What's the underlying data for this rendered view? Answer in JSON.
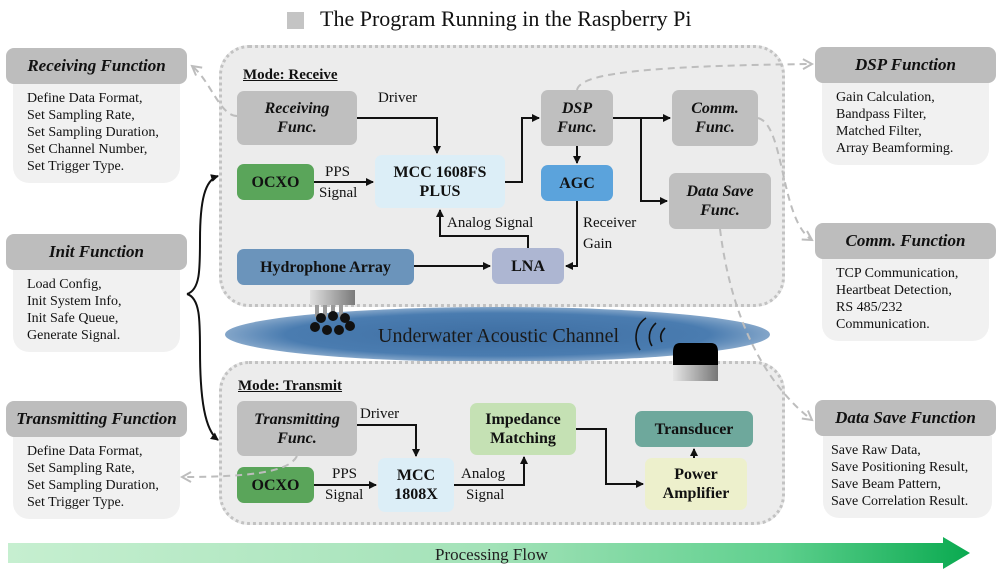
{
  "legend": {
    "label": "The Program Running in the Raspberry Pi",
    "swatch_color": "#c4c4c4"
  },
  "side_cards": {
    "receiving": {
      "title": "Receiving Function",
      "items": [
        "Define Data Format,",
        "Set Sampling Rate,",
        "Set Sampling Duration,",
        "Set Channel Number,",
        "Set Trigger Type."
      ]
    },
    "init": {
      "title": "Init Function",
      "items": [
        "Load Config,",
        "Init System Info,",
        "Init Safe Queue,",
        "Generate Signal."
      ]
    },
    "transmitting": {
      "title": "Transmitting Function",
      "items": [
        "Define Data Format,",
        "Set Sampling Rate,",
        "Set Sampling Duration,",
        "Set Trigger Type."
      ]
    },
    "dsp": {
      "title": "DSP Function",
      "items": [
        "Gain Calculation,",
        "Bandpass Filter,",
        "Matched Filter,",
        "Array Beamforming."
      ]
    },
    "comm": {
      "title": "Comm. Function",
      "items": [
        "TCP Communication,",
        "Heartbeat Detection,",
        "RS 485/232",
        "Communication."
      ]
    },
    "datasave": {
      "title": "Data Save Function",
      "items": [
        "Save Raw Data,",
        "Save Positioning Result,",
        "Save Beam Pattern,",
        "Save Correlation Result."
      ]
    }
  },
  "receive_mode": {
    "title": "Mode: Receive",
    "blocks": {
      "receiving_func": [
        "Receiving",
        "Func."
      ],
      "ocxo": "OCXO",
      "mcc": [
        "MCC 1608FS",
        "PLUS"
      ],
      "dsp_func": [
        "DSP",
        "Func."
      ],
      "agc": "AGC",
      "comm_func": [
        "Comm.",
        "Func."
      ],
      "datasave_func": [
        "Data Save",
        "Func."
      ],
      "hydrophone": "Hydrophone Array",
      "lna": "LNA"
    },
    "labels": {
      "driver": "Driver",
      "pps": "PPS",
      "signal": "Signal",
      "analog_signal": "Analog Signal",
      "receiver": "Receiver",
      "gain": "Gain"
    }
  },
  "channel": {
    "label": "Underwater Acoustic Channel"
  },
  "transmit_mode": {
    "title": "Mode: Transmit",
    "blocks": {
      "transmitting_func": [
        "Transmitting",
        "Func."
      ],
      "ocxo": "OCXO",
      "mcc": [
        "MCC",
        "1808X"
      ],
      "impedance": [
        "Impedance",
        "Matching"
      ],
      "transducer": "Transducer",
      "power_amp": [
        "Power",
        "Amplifier"
      ]
    },
    "labels": {
      "driver": "Driver",
      "pps": "PPS",
      "signal": "Signal",
      "analog": "Analog",
      "signal2": "Signal"
    }
  },
  "processing_flow": {
    "label": "Processing Flow"
  }
}
